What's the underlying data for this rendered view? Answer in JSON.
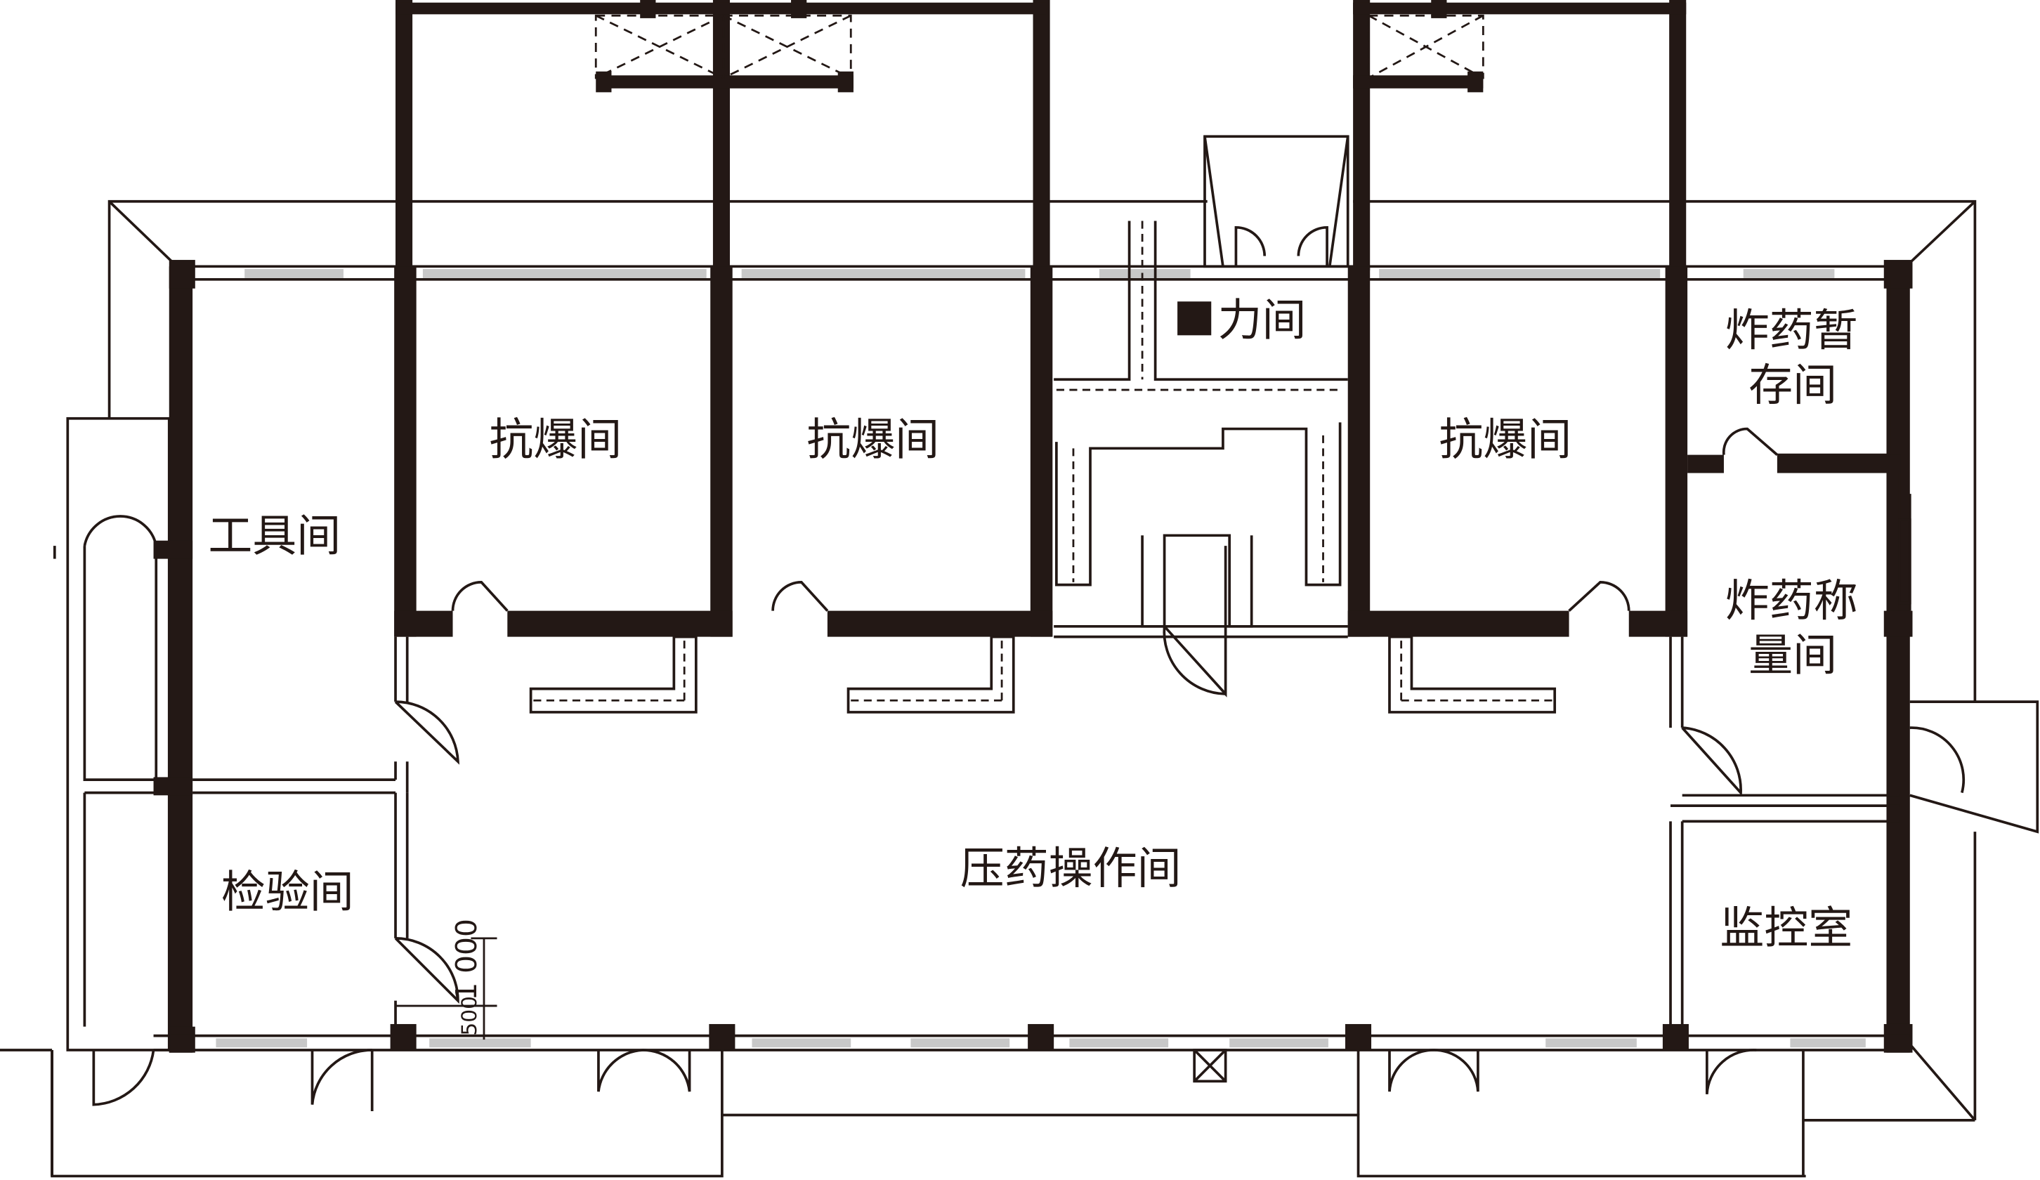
{
  "colors": {
    "wall": "#231815",
    "line": "#231815",
    "glass": "#c8c8c8",
    "paper": "#ffffff"
  },
  "rooms": {
    "tool_room": "工具间",
    "inspection_room": "检验间",
    "blast_room_1": "抗爆间",
    "blast_room_2": "抗爆间",
    "blast_room_3": "抗爆间",
    "power_room": "力间",
    "explosive_temp_storage": [
      "炸药暂",
      "存间"
    ],
    "explosive_weighing": [
      "炸药称",
      "量间"
    ],
    "monitoring_room": "监控室",
    "pressing_operation_room": "压药操作间"
  },
  "dimensions": {
    "upper": "1 000",
    "lower": "500"
  }
}
